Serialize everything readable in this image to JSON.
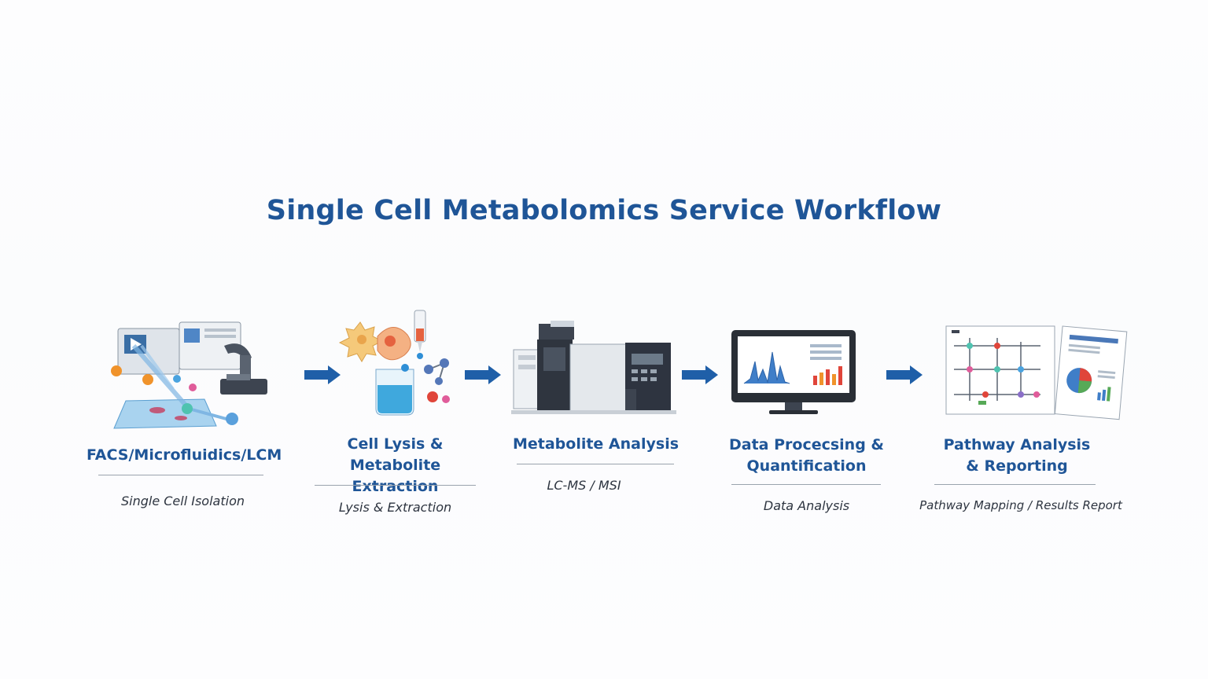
{
  "title": "Single Cell Metabolomics Service Workflow",
  "steps": [
    {
      "name_lines": [
        "FACS/Microfluidics/LCM"
      ],
      "subtitle": "Single Cell Isolation",
      "icon": "microscope-cell-sorter-icon"
    },
    {
      "name_lines": [
        "Cell Lysis &",
        "Metabolite Extraction"
      ],
      "subtitle": "Lysis & Extraction",
      "icon": "beaker-cells-icon"
    },
    {
      "name_lines": [
        "Metabolite Analysis"
      ],
      "subtitle": "LC-MS / MSI",
      "icon": "mass-spectrometer-icon"
    },
    {
      "name_lines": [
        "Data Procecsing &",
        "Quantification"
      ],
      "subtitle": "Data Analysis",
      "icon": "monitor-chart-icon"
    },
    {
      "name_lines": [
        "Pathway Analysis",
        "& Reporting"
      ],
      "subtitle": "Pathway Mapping / Results Report",
      "icon": "pathway-report-icon"
    }
  ],
  "colors": {
    "title": "#1f5597",
    "arrow": "#1f5fa8",
    "rule": "#9aa3ad",
    "text": "#2d3440"
  }
}
